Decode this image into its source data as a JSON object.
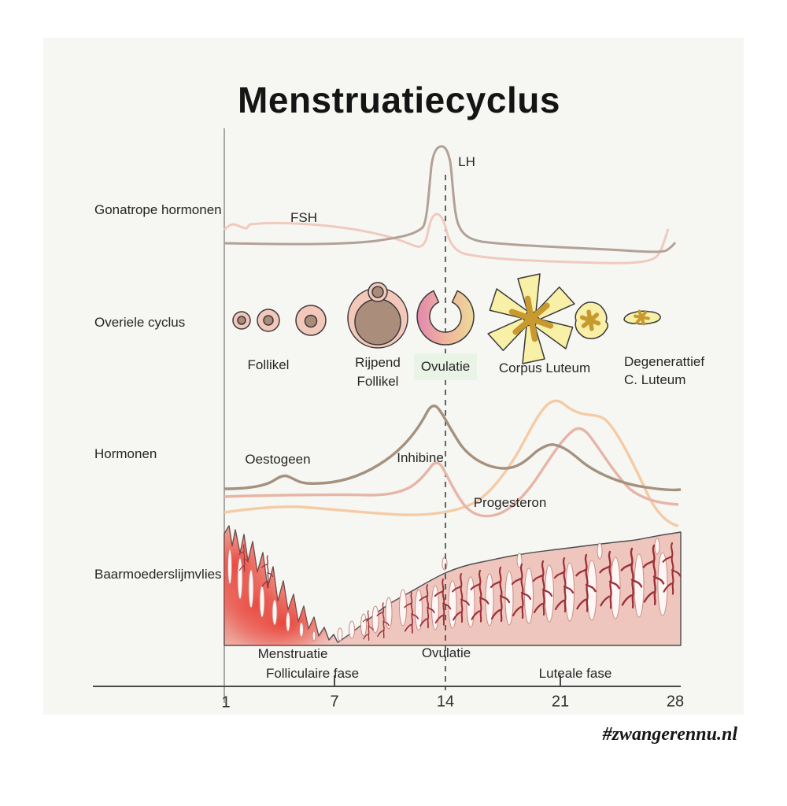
{
  "title": "Menstruatiecyclus",
  "watermark": "#zwangerennu.nl",
  "sections": {
    "gonadotropins": {
      "label": "Gonatrope hormonen",
      "fsh": "FSH",
      "lh": "LH"
    },
    "ovarian": {
      "label": "Overiele cyclus",
      "follicle": "Follikel",
      "maturing_follicle_line1": "Rijpend",
      "maturing_follicle_line2": "Follikel",
      "ovulation": "Ovulatie",
      "corpus_luteum": "Corpus Luteum",
      "degenerative_line1": "Degenerattief",
      "degenerative_line2": "C. Luteum"
    },
    "hormones": {
      "label": "Hormonen",
      "oestrogen": "Oestogeen",
      "inhibin": "Inhibine",
      "progesterone": "Progesteron"
    },
    "endometrium": {
      "label": "Baarmoederslijmvlies"
    }
  },
  "timeline": {
    "days": [
      "1",
      "7",
      "14",
      "21",
      "28"
    ],
    "menstruation": "Menstruatie",
    "follicular_phase": "Folliculaire fase",
    "ovulation": "Ovulatie",
    "luteal_phase": "Luteale fase"
  },
  "colors": {
    "lh": "#b2a195",
    "fsh": "#f0cabe",
    "oestrogen": "#a5917f",
    "inhibin": "#e7b5a7",
    "progesterone": "#f5cba6",
    "follicle_fill": "#f3c8bb",
    "follicle_core": "#a98b79",
    "luteum_yellow": "#f8f0a6",
    "luteum_gold": "#c8992f",
    "tissue": "#efc6bd",
    "vessel": "#9c3038",
    "blush": "#e8433c",
    "highlight_green": "#e9f3e6",
    "axis": "#4a4a4a",
    "panel": "#f6f7f3"
  }
}
